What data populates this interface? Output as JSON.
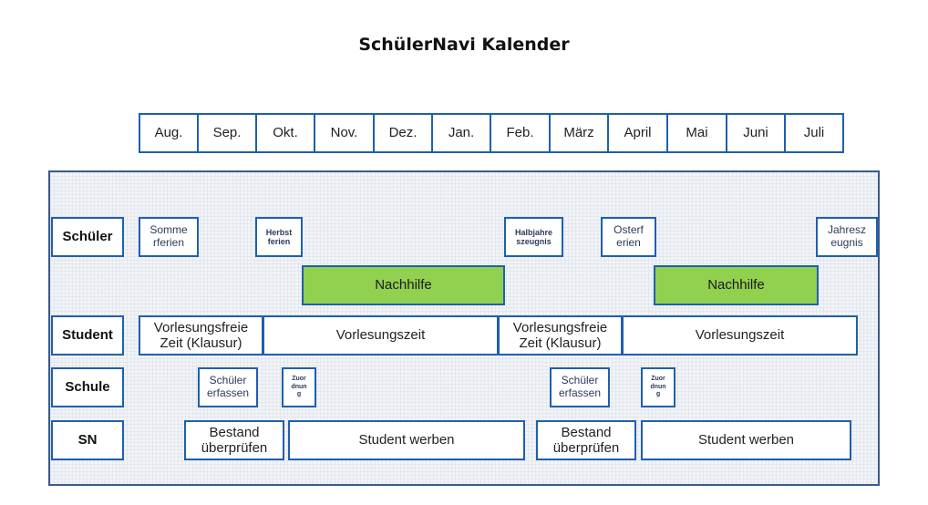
{
  "title": "SchülerNavi Kalender",
  "months": [
    "Aug.",
    "Sep.",
    "Okt.",
    "Nov.",
    "Dez.",
    "Jan.",
    "Feb.",
    "März",
    "April",
    "Mai",
    "Juni",
    "Juli"
  ],
  "rows": {
    "schueler": "Schüler",
    "student": "Student",
    "schule": "Schule",
    "sn": "SN"
  },
  "schueler_events": {
    "sommerferien": "Somme rferien",
    "herbstferien": "Herbst ferien",
    "halbjahreszeugnis": "Halbjahre szeugnis",
    "osterferien": "Osterf erien",
    "jahreszeugnis": "Jahresz eugnis",
    "nachhilfe_1": "Nachhilfe",
    "nachhilfe_2": "Nachhilfe"
  },
  "student_events": {
    "vorlesungsfreie_1": "Vorlesungsfreie Zeit (Klausur)",
    "vorlesungszeit_1": "Vorlesungszeit",
    "vorlesungsfreie_2": "Vorlesungsfreie Zeit (Klausur)",
    "vorlesungszeit_2": "Vorlesungszeit"
  },
  "schule_events": {
    "erfassen_1": "Schüler erfassen",
    "zuordnung_1": "Zuor dnun g",
    "erfassen_2": "Schüler erfassen",
    "zuordnung_2": "Zuor dnun g"
  },
  "sn_events": {
    "bestand_1": "Bestand überprüfen",
    "werben_1": "Student werben",
    "bestand_2": "Bestand überprüfen",
    "werben_2": "Student werben"
  },
  "colors": {
    "border": "#1f5fb0",
    "nachhilfe": "#92d050",
    "panel": "#f2f4f7"
  }
}
